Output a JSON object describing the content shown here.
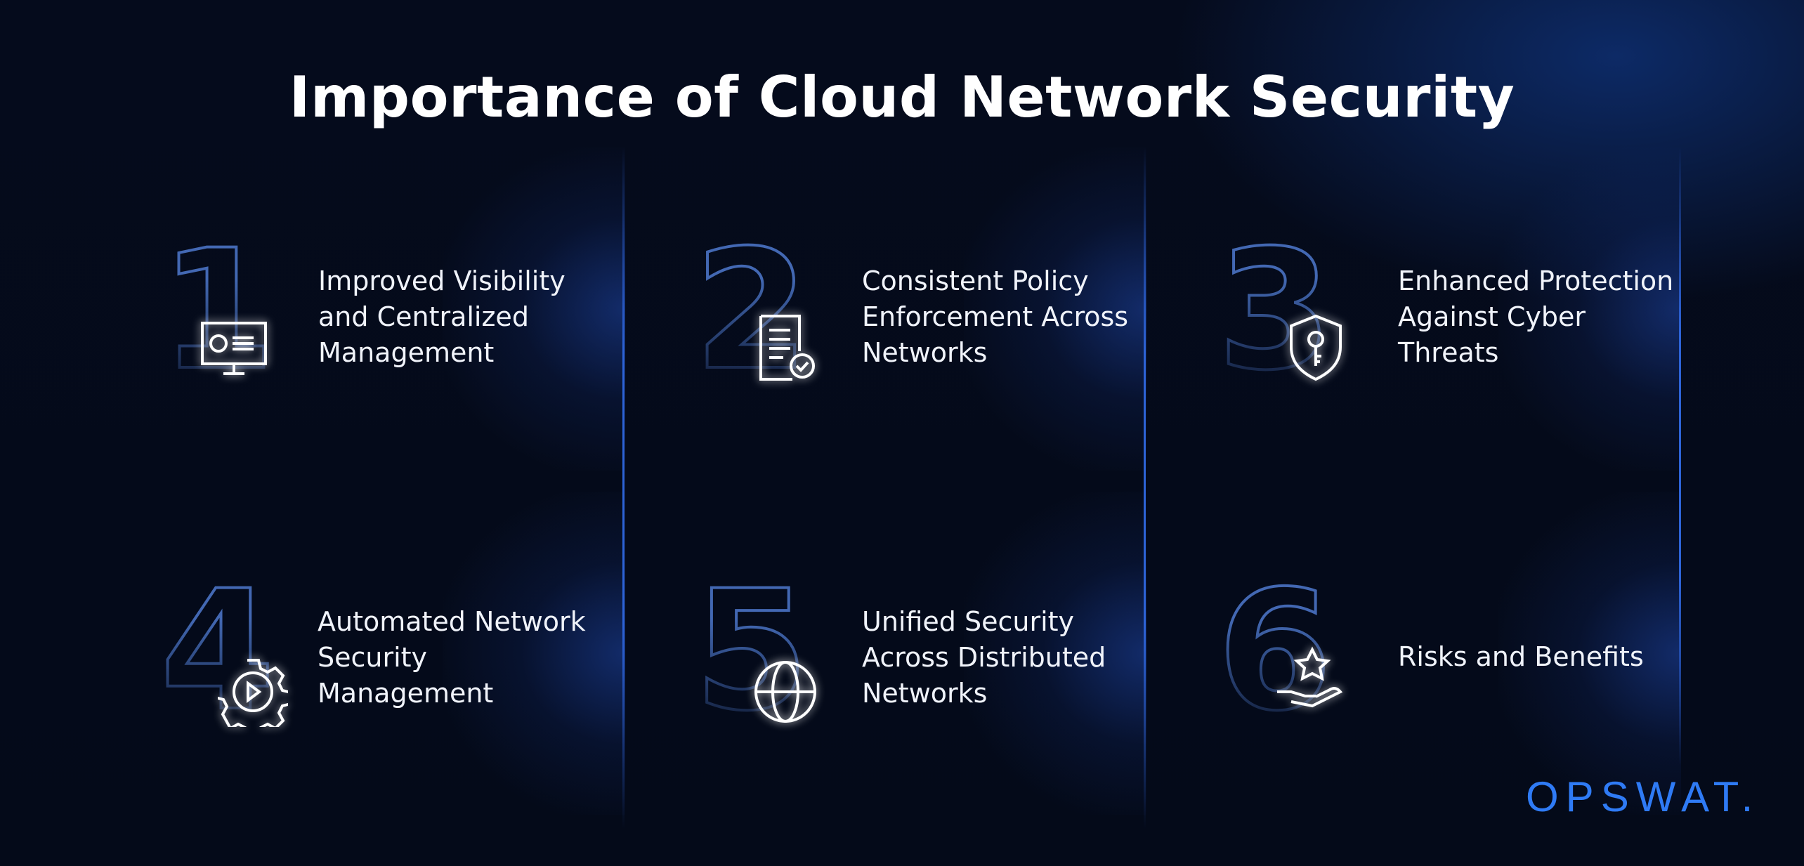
{
  "title": "Importance of Cloud Network Security",
  "items": [
    {
      "number": "1",
      "label": "Improved Visibility and Centralized Management",
      "icon": "monitor-icon"
    },
    {
      "number": "2",
      "label": "Consistent Policy Enforcement Across Networks",
      "icon": "document-check-icon"
    },
    {
      "number": "3",
      "label": "Enhanced Protection Against Cyber Threats",
      "icon": "shield-key-icon"
    },
    {
      "number": "4",
      "label": "Automated Network Security Management",
      "icon": "gear-play-icon"
    },
    {
      "number": "5",
      "label": "Unified Security Across Distributed Networks",
      "icon": "globe-icon"
    },
    {
      "number": "6",
      "label": "Risks and Benefits",
      "icon": "hand-star-icon"
    }
  ],
  "logo": "OPSWAT.",
  "colors": {
    "accent": "#2f7bf5",
    "background": "#050b1c",
    "number_outline": "#4a73c4"
  }
}
